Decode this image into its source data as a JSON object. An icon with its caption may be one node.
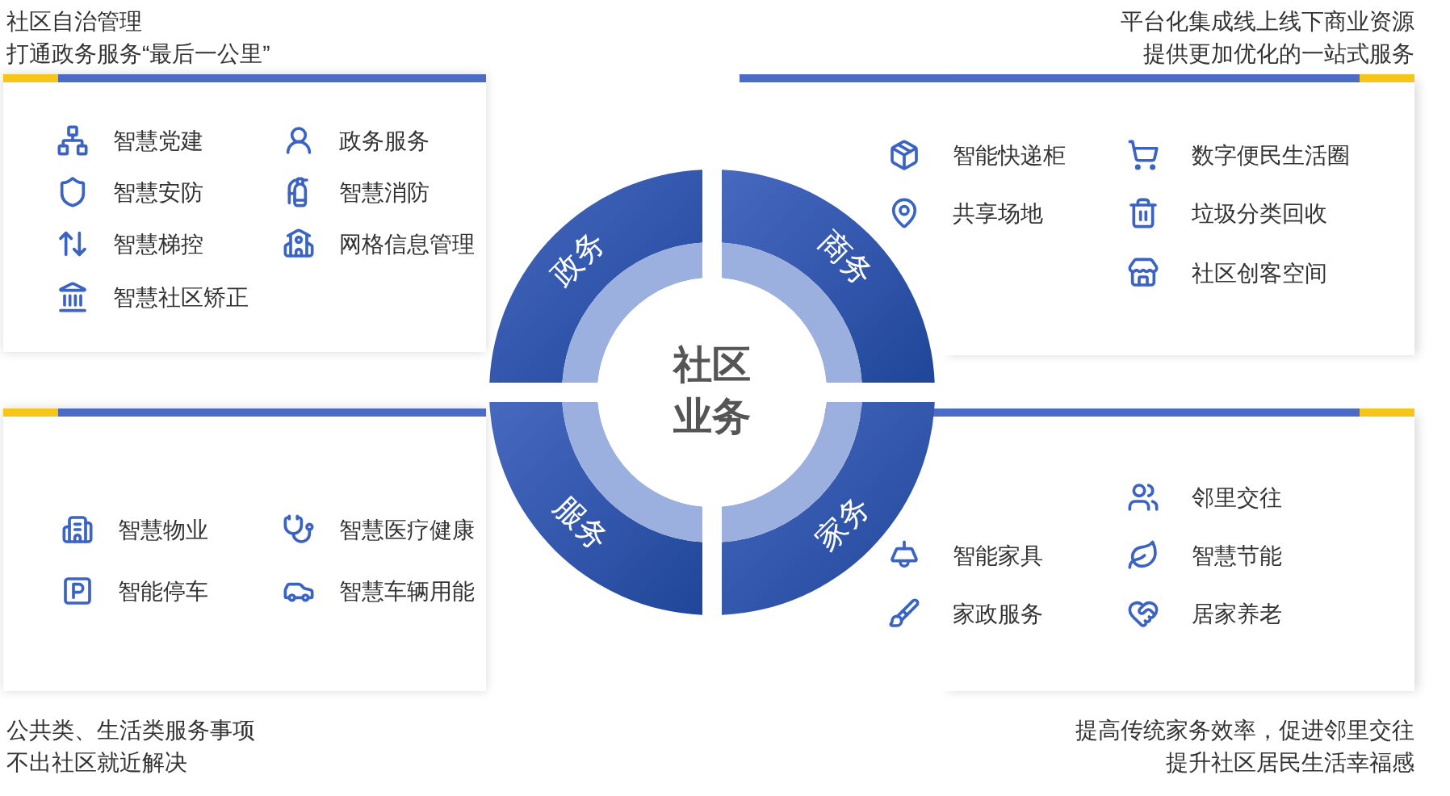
{
  "diagram": {
    "nodes": [
      {
        "text": [
          "智慧党建",
          "政务服务",
          "智慧安防",
          "智慧消防",
          "智慧梯控",
          "网格信息管理",
          "智慧社区矫正"
        ],
        "beside": [
          "社区自治管理",
          "打通政务服务“最后一公里”"
        ]
      },
      {
        "text": [
          "智能快递柜",
          "数字便民生活圈",
          "共享场地",
          "垃圾分类回收",
          "社区创客空间"
        ],
        "beside": [
          "平台化集成线上线下商业资源",
          "提供更加优化的一站式服务"
        ]
      },
      {
        "text": [
          "政务"
        ]
      },
      {
        "text": [
          "商务"
        ]
      },
      {
        "text": [
          "社区业务"
        ]
      },
      {
        "text": [
          "服务"
        ]
      },
      {
        "text": [
          "家务"
        ]
      },
      {
        "text": [
          "智慧物业",
          "智慧医疗健康",
          "智能停车",
          "智慧车辆用能"
        ],
        "beside": [
          "公共类、生活类服务事项",
          "不出社区就近解决"
        ]
      },
      {
        "text": [
          "邻里交往",
          "智能家具",
          "智慧节能",
          "家政服务",
          "居家养老"
        ],
        "beside": [
          "提高传统家务效率，促进邻里交往",
          "提升社区居民生活幸福感"
        ]
      }
    ]
  }
}
